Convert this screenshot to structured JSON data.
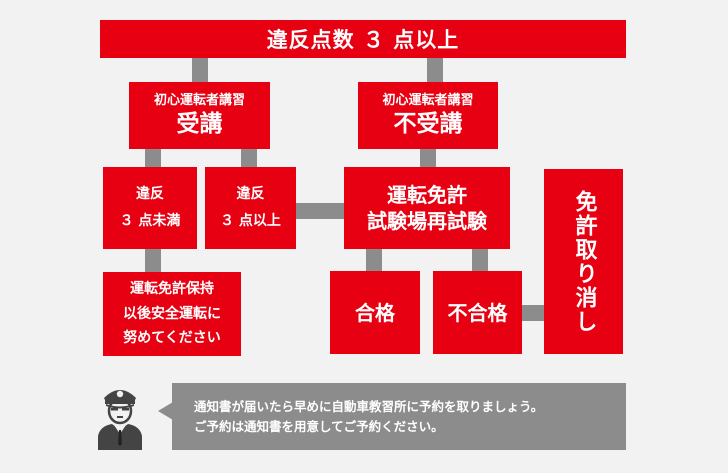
{
  "top": {
    "title": "違反点数 ３ 点以上"
  },
  "course_taken": {
    "small": "初心運転者講習",
    "big": "受講"
  },
  "course_not_taken": {
    "small": "初心運転者講習",
    "big": "不受講"
  },
  "under3": {
    "line1": "違反",
    "line2": "３ 点未満"
  },
  "over3": {
    "line1": "違反",
    "line2": "３ 点以上"
  },
  "retest": {
    "line1": "運転免許",
    "line2": "試験場再試験"
  },
  "keep": {
    "line1": "運転免許保持",
    "line2": "以後安全運転に",
    "line3": "努めてください"
  },
  "pass": {
    "label": "合格"
  },
  "fail": {
    "label": "不合格"
  },
  "revoke": {
    "label": "免許取り消し"
  },
  "note": {
    "line1": "通知書が届いたら早めに自動車教習所に予約を取りましょう。",
    "line2": "ご予約は通知書を用意してご予約ください。"
  },
  "colors": {
    "accent": "#e60012",
    "connector": "#8c8c8c",
    "background": "#f2f2f2"
  },
  "icons": {
    "officer": "police-officer-icon"
  }
}
